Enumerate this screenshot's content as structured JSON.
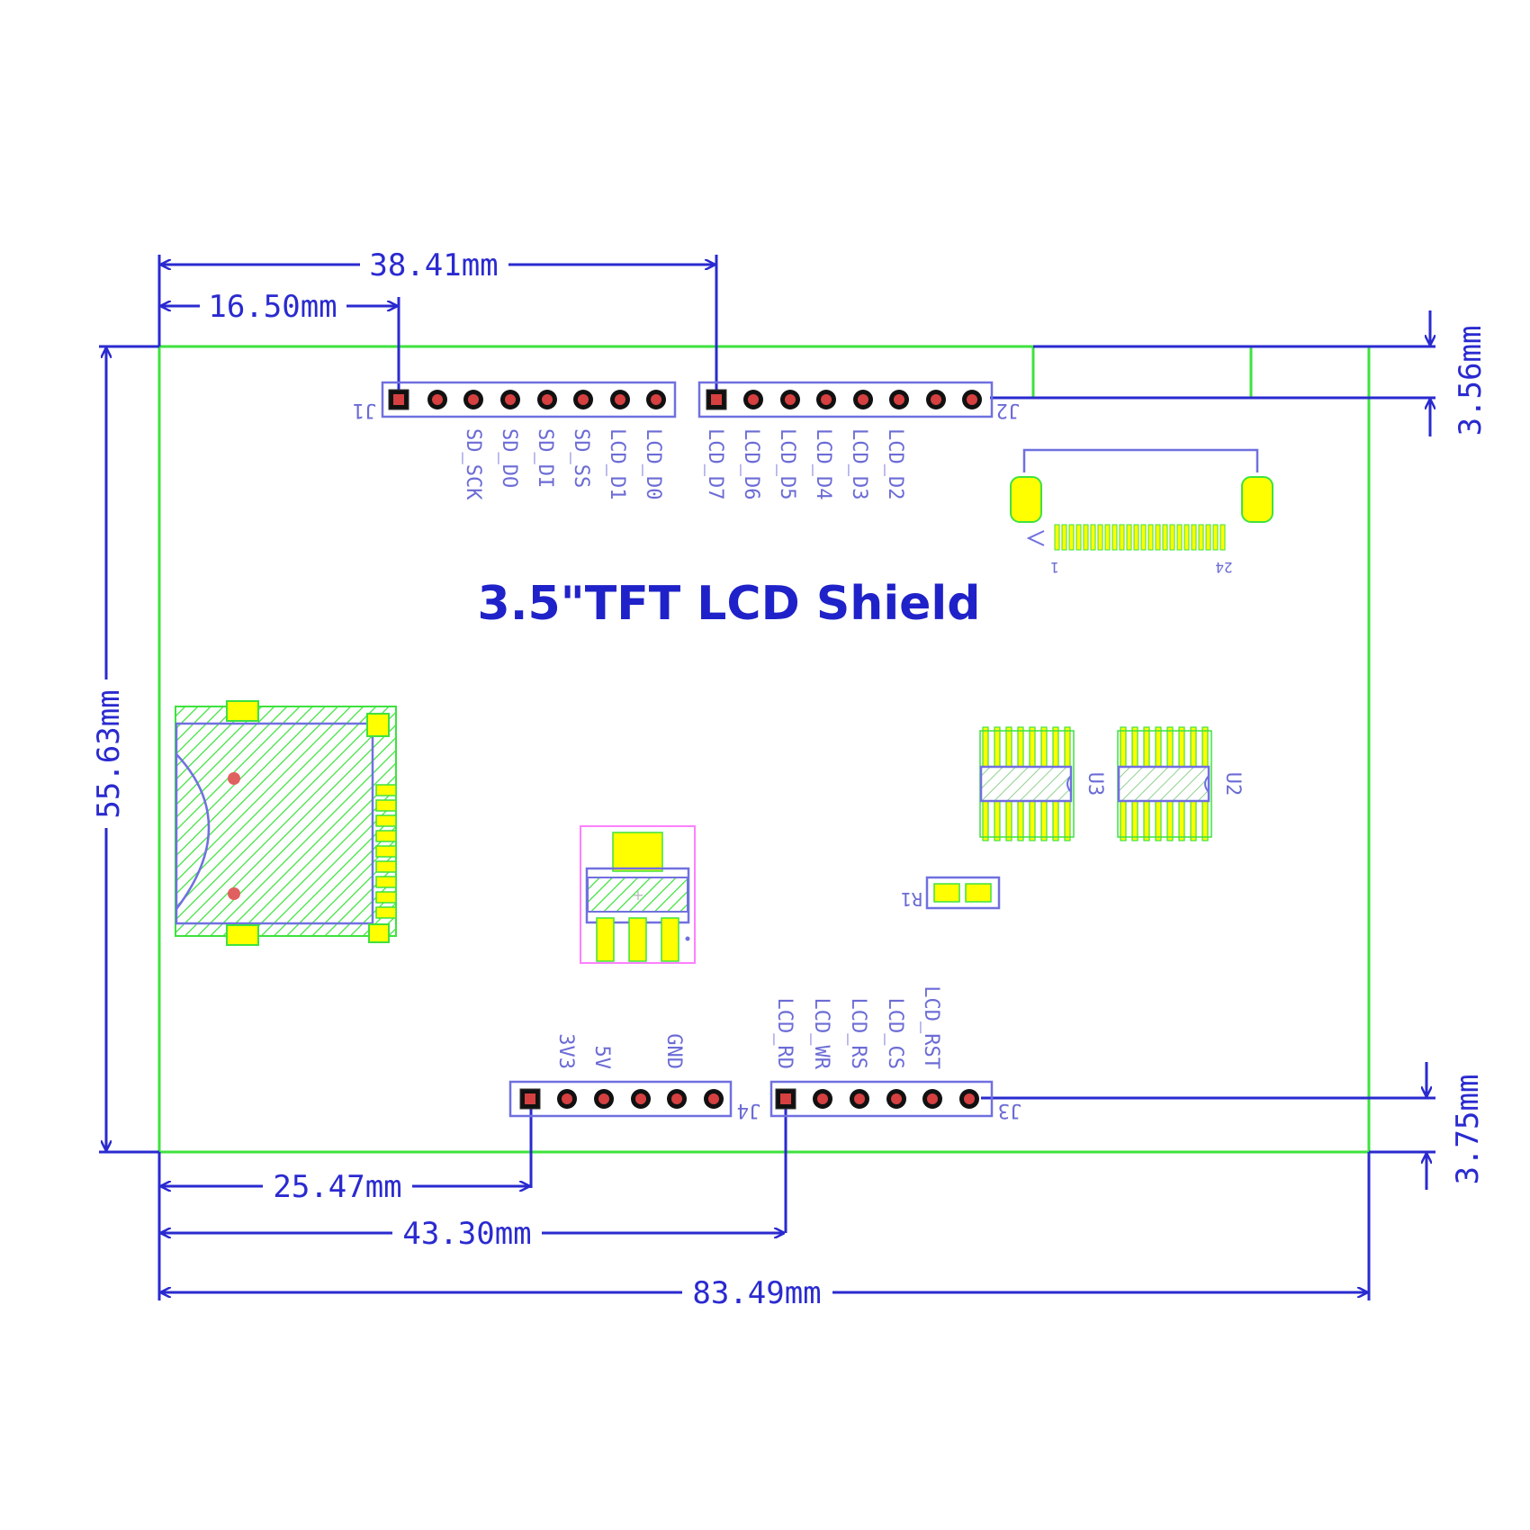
{
  "title": "3.5\"TFT LCD Shield",
  "dimensions": {
    "j1_offset": "16.50mm",
    "j2_offset": "38.41mm",
    "board_height": "55.63mm",
    "board_width": "83.49mm",
    "j4_offset": "25.47mm",
    "j3_offset": "43.30mm",
    "top_header_inset": "3.56mm",
    "bottom_header_inset": "3.75mm"
  },
  "designators": {
    "j1": "J1",
    "j2": "J2",
    "j3": "J3",
    "j4": "J4",
    "u2": "U2",
    "u3": "U3",
    "r1": "R1",
    "fpc_pin_first": "1",
    "fpc_pin_last": "24"
  },
  "j1_pins": [
    "SD_SCK",
    "SD_DO",
    "SD_DI",
    "SD_SS",
    "LCD_D1",
    "LCD_D0"
  ],
  "j2_pins": [
    "LCD_D7",
    "LCD_D6",
    "LCD_D5",
    "LCD_D4",
    "LCD_D3",
    "LCD_D2"
  ],
  "j4_pins": [
    "3V3",
    "5V",
    "GND"
  ],
  "j3_pins": [
    "LCD_RD",
    "LCD_WR",
    "LCD_RS",
    "LCD_CS",
    "LCD_RST"
  ],
  "colors": {
    "dimension": "#2a2ad0",
    "outline": "#3ee23e",
    "silkscreen": "#7070e0",
    "pad": "#ffff00",
    "square_pad": "#d64040",
    "hatch": "#3ee23e",
    "regulator_outline": "#ff80ff"
  }
}
